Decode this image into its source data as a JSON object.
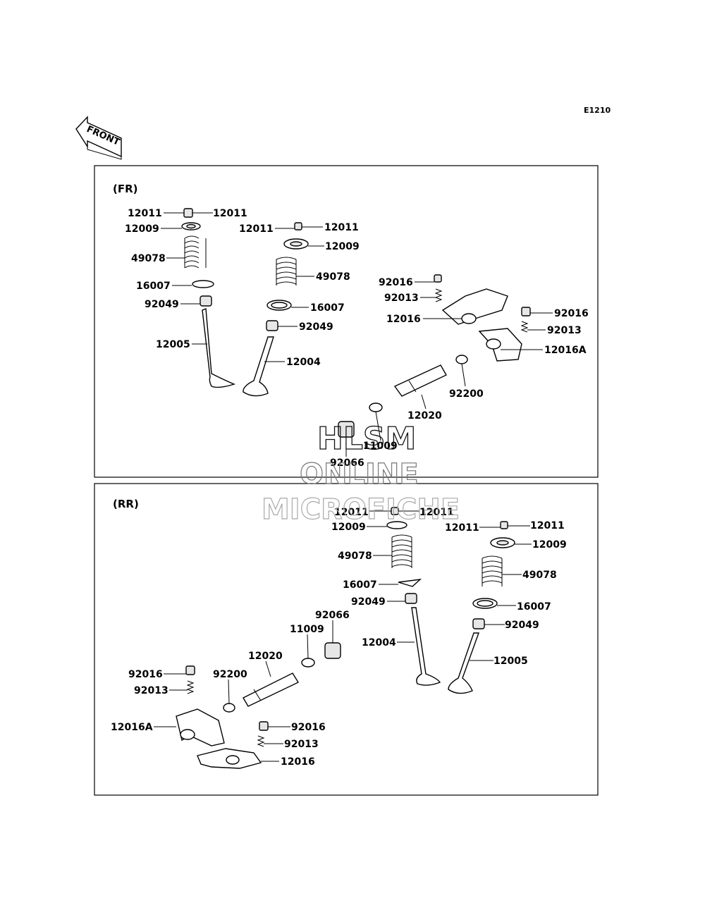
{
  "diagram_code": "E1210",
  "front_label": "FRONT",
  "sections": {
    "fr": "(FR)",
    "rr": "(RR)"
  },
  "labels": {
    "fr_12011_a": "12011",
    "fr_12011_b": "12011",
    "fr_12009_a": "12009",
    "fr_49078_a": "49078",
    "fr_16007_a": "16007",
    "fr_92049_a": "92049",
    "fr_12005": "12005",
    "fr_12011_c": "12011",
    "fr_12011_d": "12011",
    "fr_12009_b": "12009",
    "fr_49078_b": "49078",
    "fr_16007_b": "16007",
    "fr_92049_b": "92049",
    "fr_12004": "12004",
    "fr_92016_a": "92016",
    "fr_92013_a": "92013",
    "fr_12016": "12016",
    "fr_92016_b": "92016",
    "fr_92013_b": "92013",
    "fr_12016A": "12016A",
    "fr_92200": "92200",
    "fr_12020": "12020",
    "fr_11009": "11009",
    "fr_92066": "92066",
    "rr_12011_a": "12011",
    "rr_12011_b": "12011",
    "rr_12009_a": "12009",
    "rr_49078_a": "49078",
    "rr_16007_a": "16007",
    "rr_92049_a": "92049",
    "rr_12004": "12004",
    "rr_12011_c": "12011",
    "rr_12011_d": "12011",
    "rr_12009_b": "12009",
    "rr_49078_b": "49078",
    "rr_16007_b": "16007",
    "rr_92049_b": "92049",
    "rr_12005": "12005",
    "rr_92066": "92066",
    "rr_11009": "11009",
    "rr_12020": "12020",
    "rr_92200": "92200",
    "rr_92016_a": "92016",
    "rr_92013_a": "92013",
    "rr_12016A": "12016A",
    "rr_92016_b": "92016",
    "rr_92013_b": "92013",
    "rr_12016": "12016"
  },
  "watermark": {
    "line1": "HLSM",
    "line2": "ONLINE",
    "line3": "MICROFICHE"
  }
}
